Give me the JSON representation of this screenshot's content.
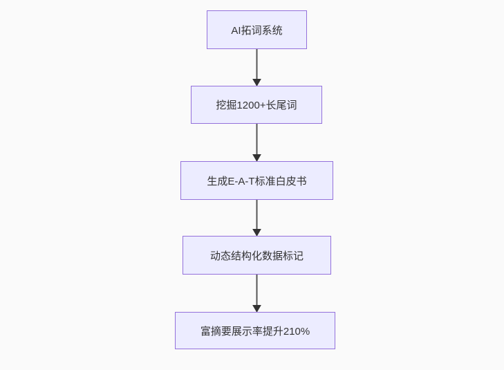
{
  "diagram": {
    "type": "flowchart",
    "direction": "top-down",
    "nodes": [
      {
        "id": "n1",
        "label": "AI拓词系统"
      },
      {
        "id": "n2",
        "label": "挖掘1200+长尾词"
      },
      {
        "id": "n3",
        "label": "生成E-A-T标准白皮书"
      },
      {
        "id": "n4",
        "label": "动态结构化数据标记"
      },
      {
        "id": "n5",
        "label": "富摘要展示率提升210%"
      }
    ],
    "edges": [
      {
        "from": "n1",
        "to": "n2"
      },
      {
        "from": "n2",
        "to": "n3"
      },
      {
        "from": "n3",
        "to": "n4"
      },
      {
        "from": "n4",
        "to": "n5"
      }
    ],
    "colors": {
      "background": "#fafafa",
      "node_fill": "#ececff",
      "node_border": "#9370db",
      "node_text": "#333333",
      "arrow_line": "#555555",
      "arrow_head": "#333333"
    }
  }
}
